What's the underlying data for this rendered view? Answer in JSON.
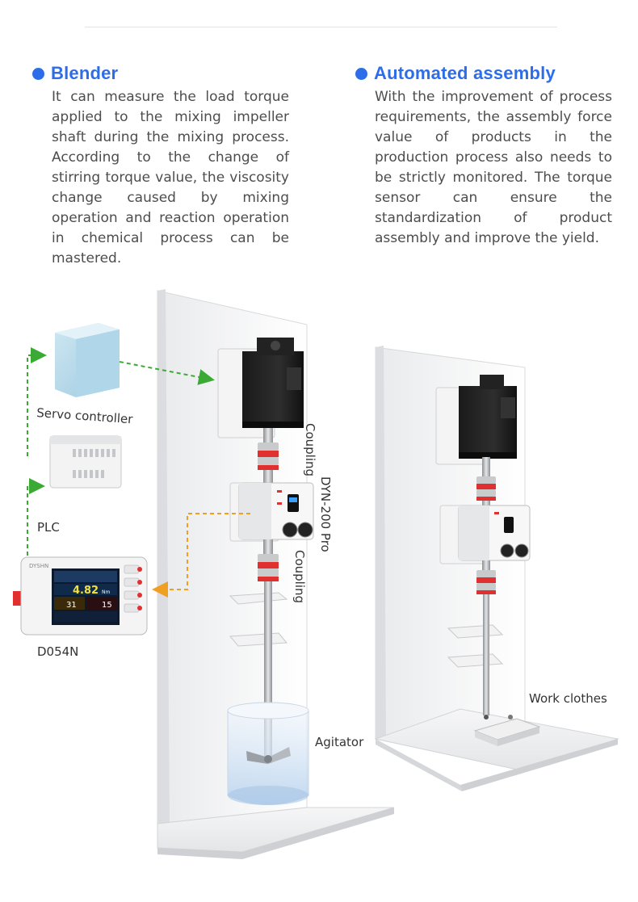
{
  "sections": {
    "blender": {
      "title": "Blender",
      "body": "It can measure the load torque applied to the mixing impeller shaft during the mixing process. According to the change of stirring torque value, the viscosity change caused by mixing operation and reaction operation in chemical process can be mastered."
    },
    "assembly": {
      "title": "Automated assembly",
      "body": "With the improvement of process requirements, the assembly force value of products in the production process also needs to be strictly monitored. The torque sensor can ensure the standardization of product assembly and improve the yield."
    }
  },
  "labels": {
    "servo_controller": "Servo controller",
    "plc": "PLC",
    "d054n": "D054N",
    "coupling_top": "Coupling",
    "dyn_model": "DYN-200 Pro",
    "coupling_bottom": "Coupling",
    "agitator": "Agitator",
    "work_clothes": "Work clothes"
  },
  "display": {
    "brand": "DYSHN",
    "value_main": "4.82",
    "value_main_unit": "Nm",
    "value_speed": "31",
    "value_speed2": "15"
  },
  "colors": {
    "accent": "#2e6de8",
    "arrow_green": "#3aaa35",
    "arrow_orange": "#f0a020",
    "coupling_red": "#e03030"
  }
}
